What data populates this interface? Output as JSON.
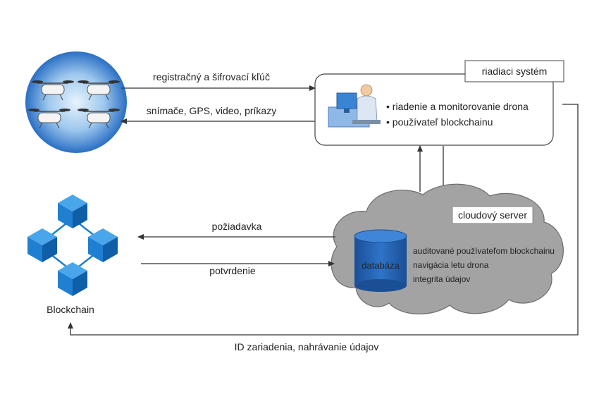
{
  "arrows": {
    "registration_key": "registračný a šifrovací kľúč",
    "sensors": "snímače, GPS, video, príkazy",
    "request": "požiadavka",
    "confirmation": "potvrdenie",
    "device_id_upload": "ID zariadenia, nahrávanie údajov"
  },
  "control_system": {
    "title": "riadiaci systém",
    "items": [
      "• riadenie a monitorovanie drona",
      "• používateľ blockchainu"
    ]
  },
  "cloud_server": {
    "title": "cloudový server",
    "database_label": "databáza",
    "items": [
      "auditované používateľom blockchainu",
      "navigácia letu drona",
      "integrita údajov"
    ]
  },
  "blockchain": {
    "label": "Blockchain"
  },
  "colors": {
    "drone_circle": "#2a6fc4",
    "cube": "#1e7fd0",
    "cloud": "#a3a3a3",
    "database": "#1f5fae",
    "arrow": "#333333"
  }
}
